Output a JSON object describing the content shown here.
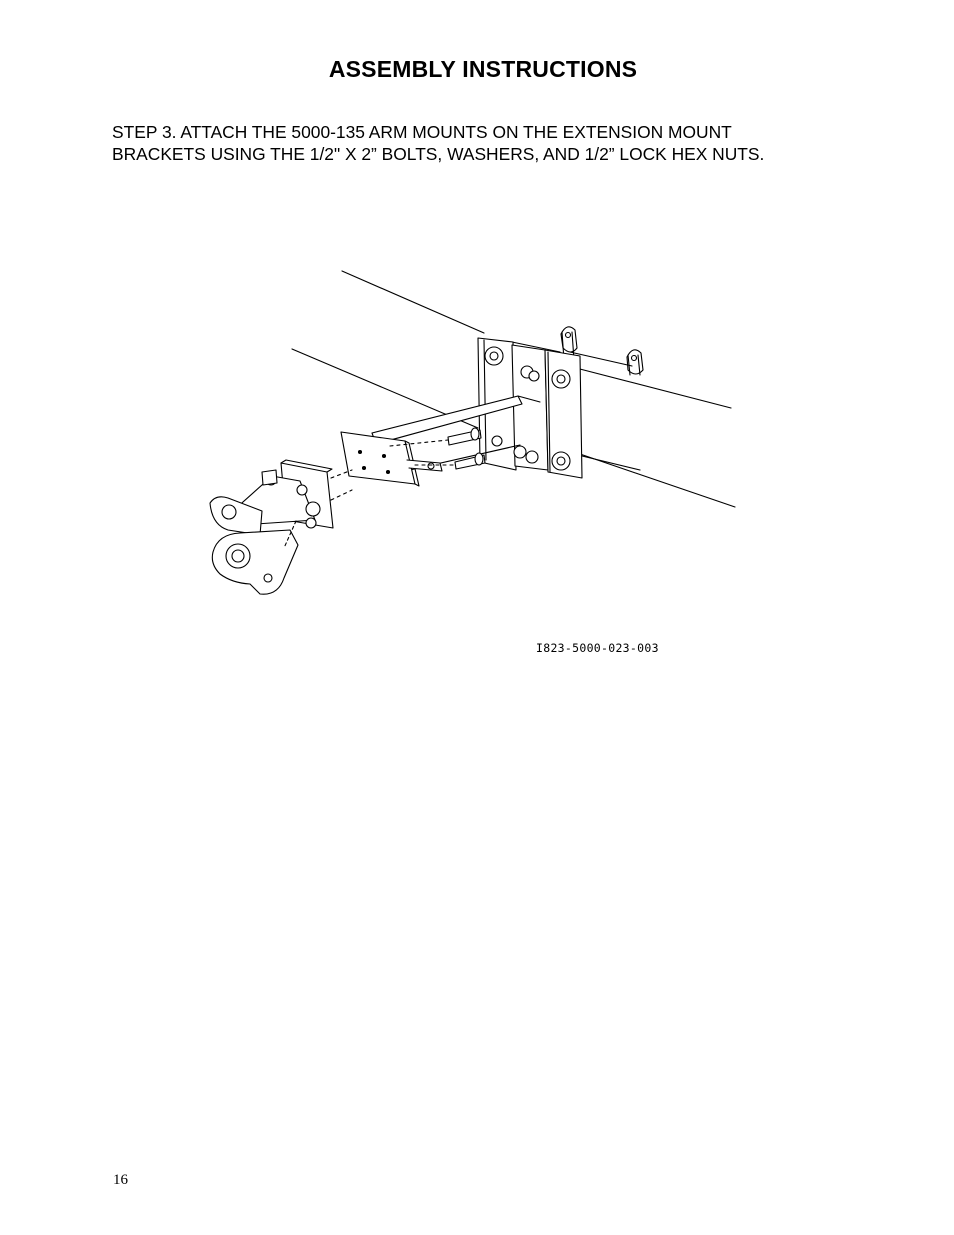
{
  "document": {
    "title": "ASSEMBLY INSTRUCTIONS",
    "step": {
      "line1": "STEP 3.  ATTACH THE 5000-135 ARM MOUNTS ON THE EXTENSION MOUNT",
      "line2": "BRACKETS USING THE 1/2\" X 2” BOLTS, WASHERS, AND 1/2” LOCK HEX NUTS."
    },
    "figure": {
      "part_number": "I823-5000-023-003",
      "line_color": "#000000"
    },
    "page_number": "16"
  }
}
